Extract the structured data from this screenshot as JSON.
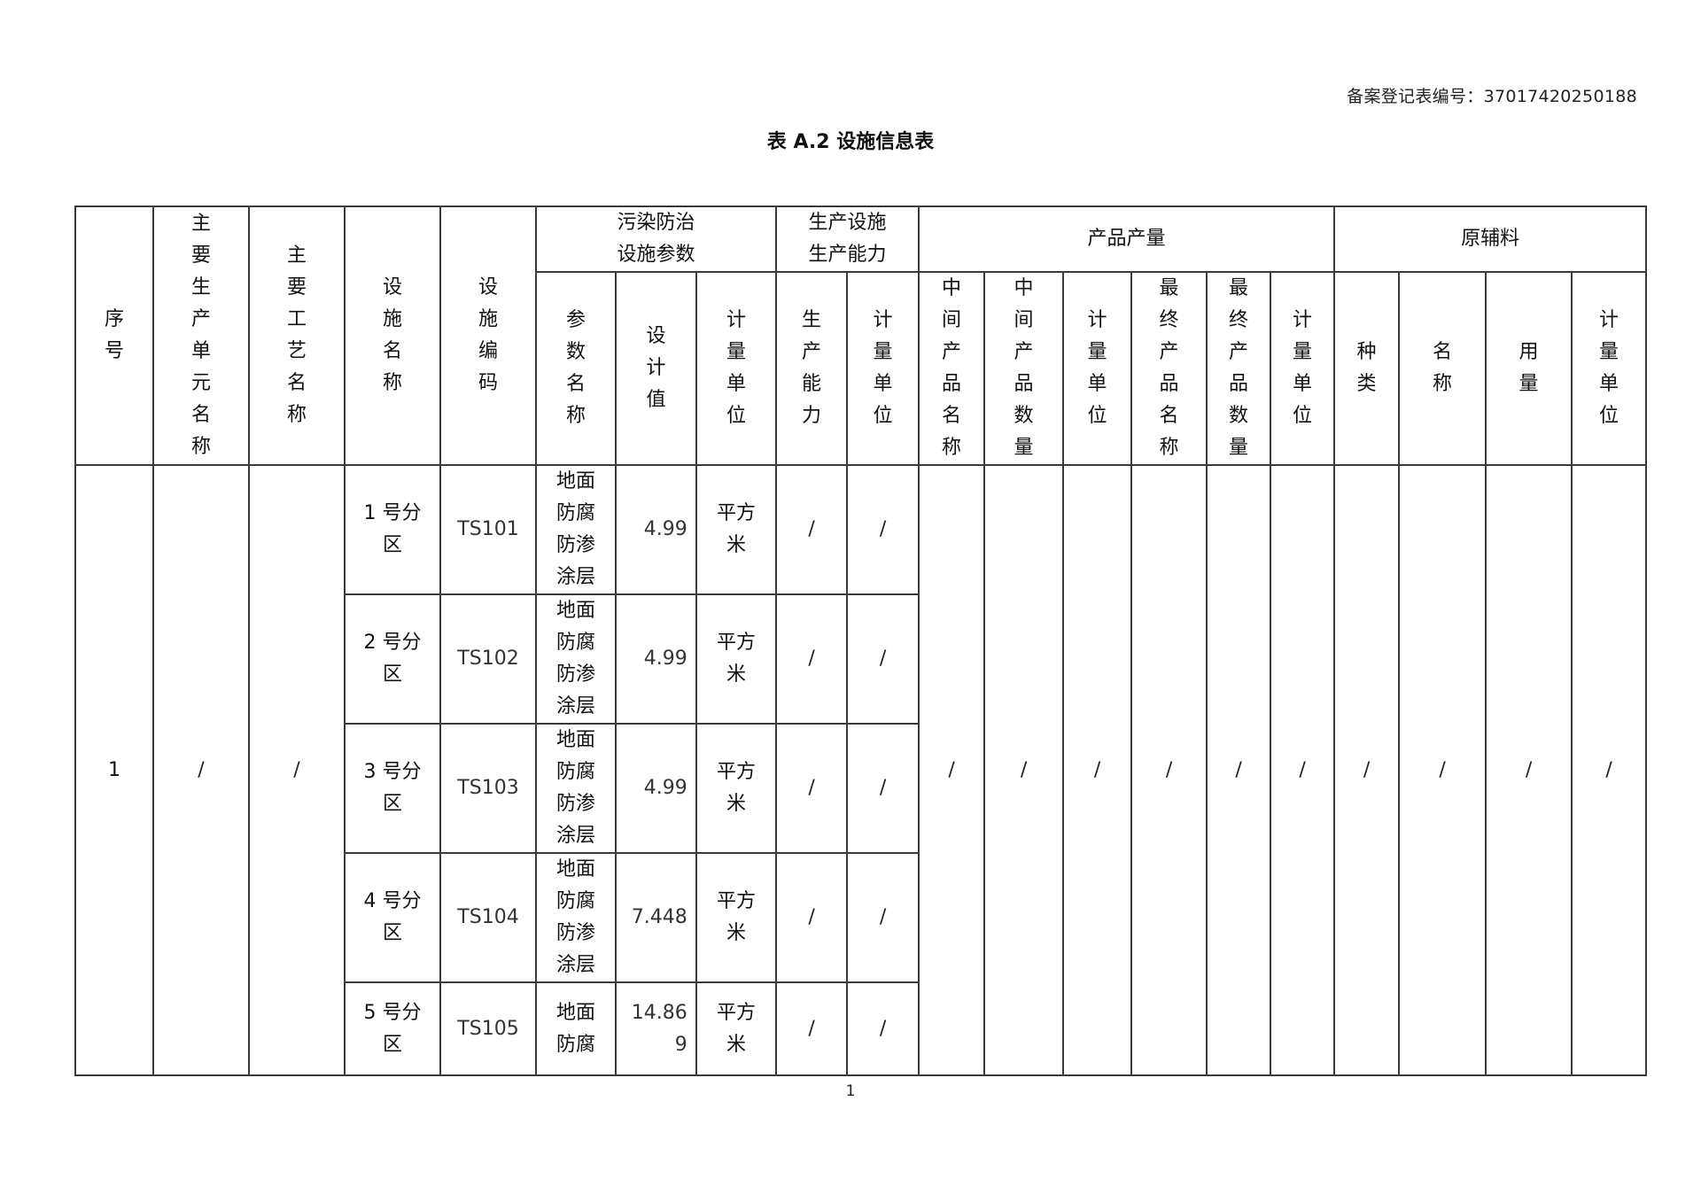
{
  "header": {
    "registration_label": "备案登记表编号：",
    "registration_number": "37017420250188",
    "title": "表 A.2  设施信息表"
  },
  "table": {
    "group_headers": {
      "pollution_params": "污染防治设施参数",
      "capacity": "生产设施生产能力",
      "product_output": "产品产量",
      "raw_materials": "原辅料"
    },
    "columns": {
      "seq": "序号",
      "unit_name": "主要生产单元名称",
      "process_name": "主要工艺名称",
      "facility_name": "设施名称",
      "facility_code": "设施编码",
      "param_name": "参数名称",
      "design_value": "设计值",
      "param_unit": "计量单位",
      "capacity": "生产能力",
      "capacity_unit": "计量单位",
      "mid_product_name": "中间产品名称",
      "mid_product_qty": "中间产品数量",
      "mid_unit": "计量单位",
      "final_product_name": "最终产品名称",
      "final_product_qty": "最终产品数量",
      "final_unit": "计量单位",
      "material_type": "种类",
      "material_name": "名称",
      "material_amount": "用量",
      "material_unit": "计量单位"
    },
    "group_row": {
      "seq": "1",
      "unit_name": "/",
      "process_name": "/",
      "mid_product_name": "/",
      "mid_product_qty": "/",
      "mid_unit": "/",
      "final_product_name": "/",
      "final_product_qty": "/",
      "final_unit": "/",
      "material_type": "/",
      "material_name": "/",
      "material_amount": "/",
      "material_unit": "/"
    },
    "rows": [
      {
        "facility_name": "1 号分区",
        "facility_code": "TS101",
        "param_name": "地面防腐防渗涂层",
        "design_value": "4.99",
        "param_unit": "平方米",
        "capacity": "/",
        "capacity_unit": "/"
      },
      {
        "facility_name": "2 号分区",
        "facility_code": "TS102",
        "param_name": "地面防腐防渗涂层",
        "design_value": "4.99",
        "param_unit": "平方米",
        "capacity": "/",
        "capacity_unit": "/"
      },
      {
        "facility_name": "3 号分区",
        "facility_code": "TS103",
        "param_name": "地面防腐防渗涂层",
        "design_value": "4.99",
        "param_unit": "平方米",
        "capacity": "/",
        "capacity_unit": "/"
      },
      {
        "facility_name": "4 号分区",
        "facility_code": "TS104",
        "param_name": "地面防腐防渗涂层",
        "design_value": "7.448",
        "param_unit": "平方米",
        "capacity": "/",
        "capacity_unit": "/"
      },
      {
        "facility_name": "5 号分区",
        "facility_code": "TS105",
        "param_name": "地面防腐",
        "design_value": "14.869",
        "param_unit": "平方米",
        "capacity": "/",
        "capacity_unit": "/"
      }
    ]
  },
  "footer": {
    "page_number": "1"
  }
}
